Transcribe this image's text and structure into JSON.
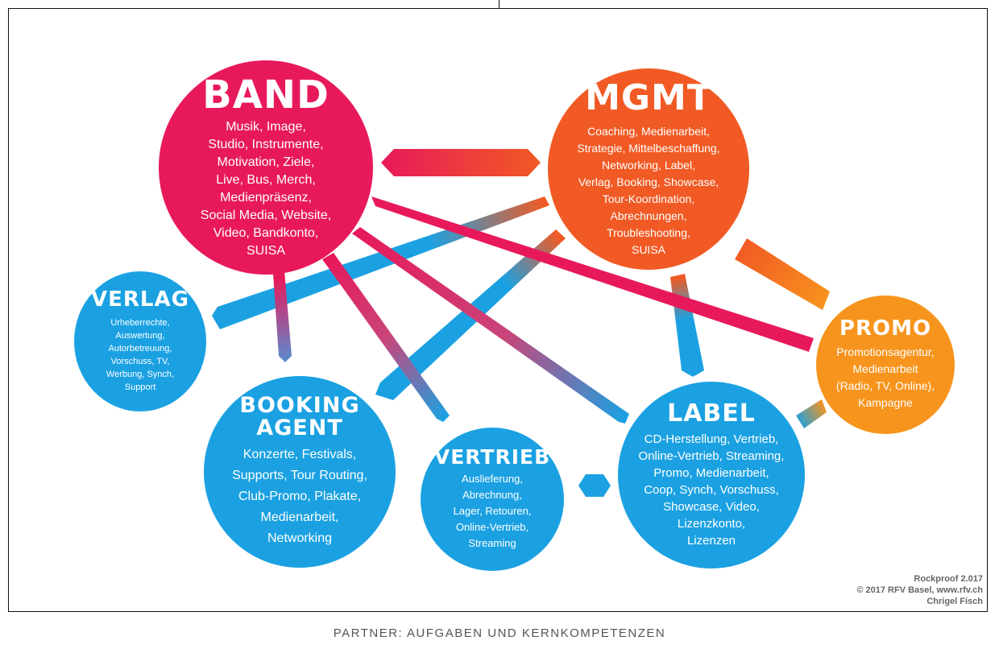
{
  "colors": {
    "band": "#e8195a",
    "mgmt": "#f15a24",
    "promo": "#f7941d",
    "blue": "#1ba1e2",
    "frame": "#111111"
  },
  "nodes": {
    "band": {
      "title": "BAND",
      "lines": [
        "Musik, Image,",
        "Studio, Instrumente,",
        "Motivation, Ziele,",
        "Live, Bus, Merch,",
        "Medienpräsenz,",
        "Social Media, Website,",
        "Video, Bandkonto,",
        "SUISA"
      ]
    },
    "mgmt": {
      "title": "MGMT",
      "lines": [
        "Coaching, Medienarbeit,",
        "Strategie, Mittelbeschaffung,",
        "Networking, Label,",
        "Verlag, Booking, Showcase,",
        "Tour-Koordination,",
        "Abrechnungen,",
        "Troubleshooting,",
        "SUISA"
      ]
    },
    "verlag": {
      "title": "VERLAG",
      "lines": [
        "Urheberrechte,",
        "Auswertung,",
        "Autorbetreuung,",
        "Vorschuss, TV,",
        "Werbung, Synch,",
        "Support"
      ]
    },
    "booking": {
      "title": "BOOKING AGENT",
      "lines": [
        "Konzerte, Festivals,",
        "Supports, Tour Routing,",
        "Club-Promo, Plakate,",
        "Medienarbeit,",
        "Networking"
      ]
    },
    "vertrieb": {
      "title": "VERTRIEB",
      "lines": [
        "Auslieferung,",
        "Abrechnung,",
        "Lager, Retouren,",
        "Online-Vertrieb,",
        "Streaming"
      ]
    },
    "label": {
      "title": "LABEL",
      "lines": [
        "CD-Herstellung, Vertrieb,",
        "Online-Vertrieb, Streaming,",
        "Promo, Medienarbeit,",
        "Coop, Synch, Vorschuss,",
        "Showcase, Video,",
        "Lizenzkonto,",
        "Lizenzen"
      ]
    },
    "promo": {
      "title": "PROMO",
      "lines": [
        "Promotionsagentur,",
        "Medienarbeit",
        "(Radio, TV, Online),",
        "Kampagne"
      ]
    }
  },
  "credits": [
    "Rockproof 2.017",
    "© 2017 RFV Basel, www.rfv.ch",
    "Chrigel Fisch"
  ],
  "caption": "PARTNER: AUFGABEN UND KERNKOMPETENZEN"
}
